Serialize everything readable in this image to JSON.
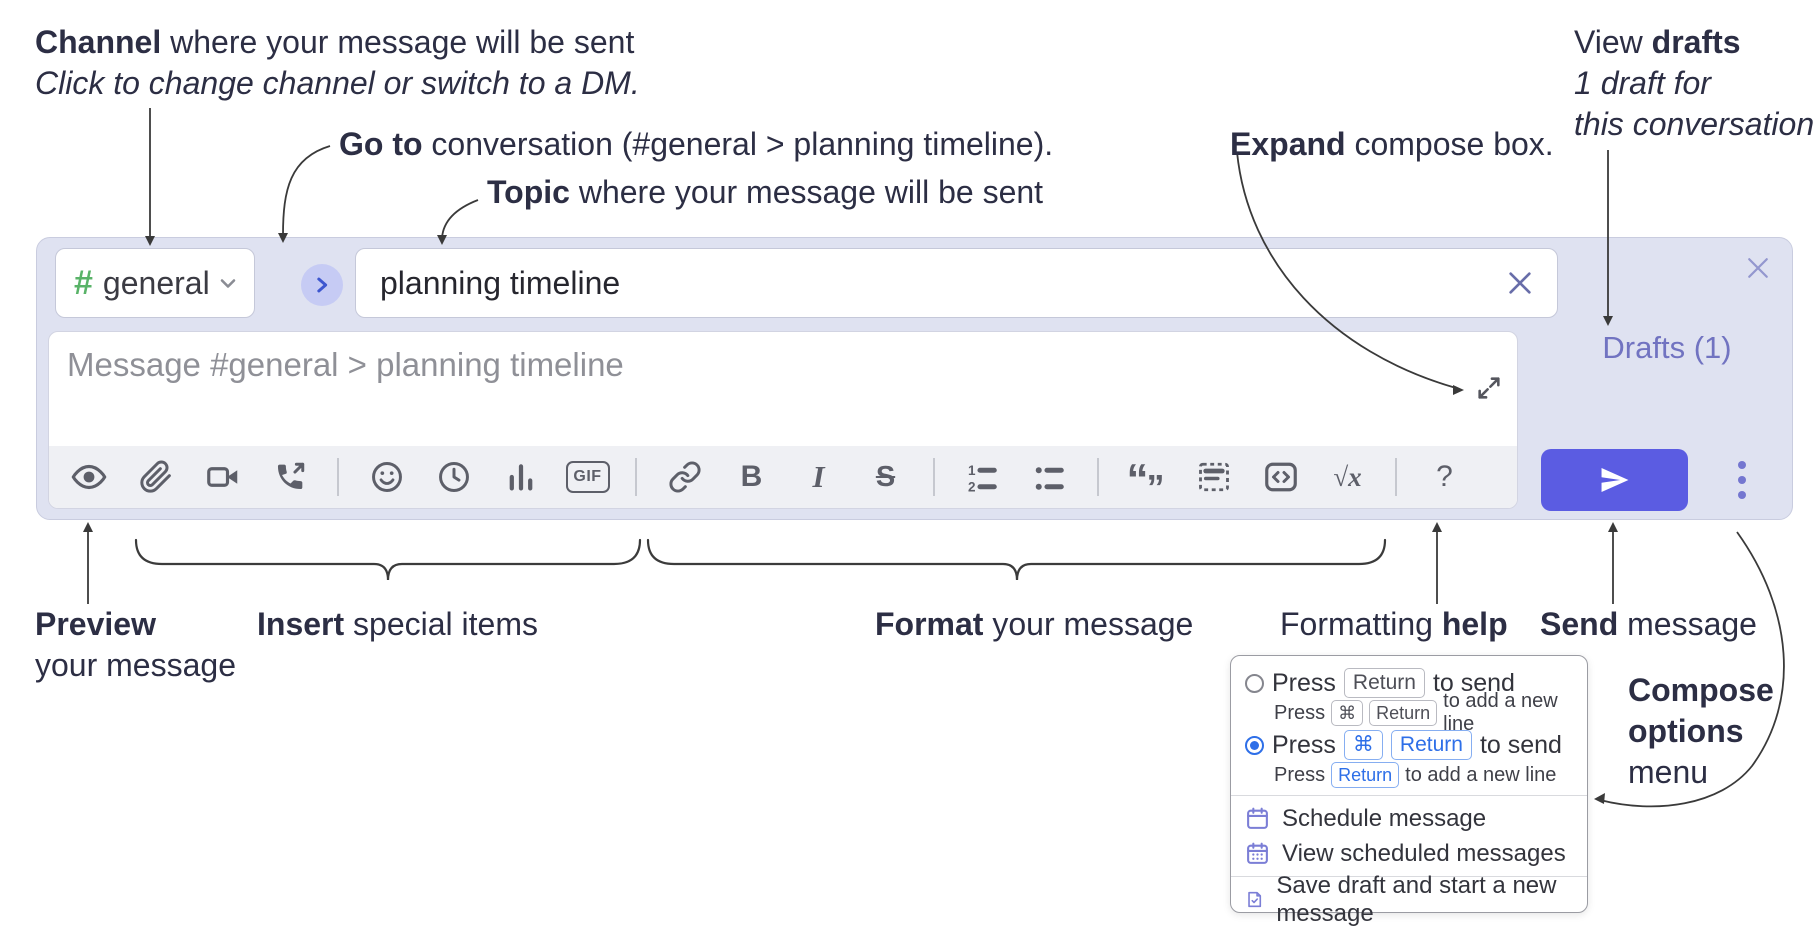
{
  "annotations": {
    "channel": {
      "bold": "Channel",
      "rest": " where your message will be sent",
      "sub": "Click to change channel or switch to a DM."
    },
    "go_to": {
      "bold": "Go to",
      "rest": " conversation (#general > planning timeline)."
    },
    "topic": {
      "bold": "Topic",
      "rest": " where your message will be sent"
    },
    "expand": {
      "bold": "Expand",
      "rest": " compose box."
    },
    "view_drafts": {
      "pre": "View ",
      "bold": "drafts",
      "sub1": "1 draft for",
      "sub2": "this conversation"
    },
    "preview": {
      "bold": "Preview",
      "sub": "your message"
    },
    "insert": {
      "bold": "Insert",
      "rest": " special items"
    },
    "format": {
      "bold": "Format",
      "rest": " your message"
    },
    "formatting_help": {
      "pre": "Formatting ",
      "bold": "help"
    },
    "send": {
      "bold": "Send",
      "rest": " message"
    },
    "compose_options": {
      "bold1": "Compose",
      "bold2": "options",
      "rest": "menu"
    }
  },
  "compose_box": {
    "channel_selector": {
      "hash": "#",
      "label": "general"
    },
    "topic_input": {
      "value": "planning timeline"
    },
    "message_input": {
      "placeholder": "Message #general > planning timeline"
    },
    "drafts_link": "Drafts (1)",
    "toolbar_icons": [
      "preview",
      "attach-file",
      "start-video-call",
      "start-voice-call",
      "add-emoji",
      "add-global-time",
      "add-poll",
      "add-gif",
      "link",
      "bold",
      "italic",
      "strikethrough",
      "numbered-list",
      "bulleted-list",
      "quote",
      "spoiler",
      "code",
      "math",
      "message-formatting-help"
    ],
    "glyphs": {
      "gif": "GIF",
      "bold": "B",
      "italic": "I",
      "strikethrough": "S",
      "math_root": "√",
      "math_x": "x",
      "help": "?"
    }
  },
  "help_menu": {
    "options": [
      {
        "selected": false,
        "press": "Press",
        "keys": [
          "Return"
        ],
        "suffix": "to send",
        "sub": {
          "press": "Press",
          "keys": [
            "⌘",
            "Return"
          ],
          "suffix": "to add a new line"
        }
      },
      {
        "selected": true,
        "press": "Press",
        "keys": [
          "⌘",
          "Return"
        ],
        "suffix": "to send",
        "sub": {
          "press": "Press",
          "keys": [
            "Return"
          ],
          "suffix": "to add a new line"
        }
      }
    ],
    "items": [
      "Schedule message",
      "View scheduled messages",
      "Save draft and start a new message"
    ]
  },
  "colors": {
    "compose_bg": "#dfe2f1",
    "send_button": "#5b5ce2",
    "drafts_link": "#7173c1",
    "hash_green": "#59b368",
    "go_arrow_blue": "#3d56cf",
    "selected_blue": "#2e6fe8",
    "menu_icon_purple": "#7b7ed6",
    "annotation_text": "#2c2e44",
    "toolbar_icon": "#5d5f69"
  }
}
